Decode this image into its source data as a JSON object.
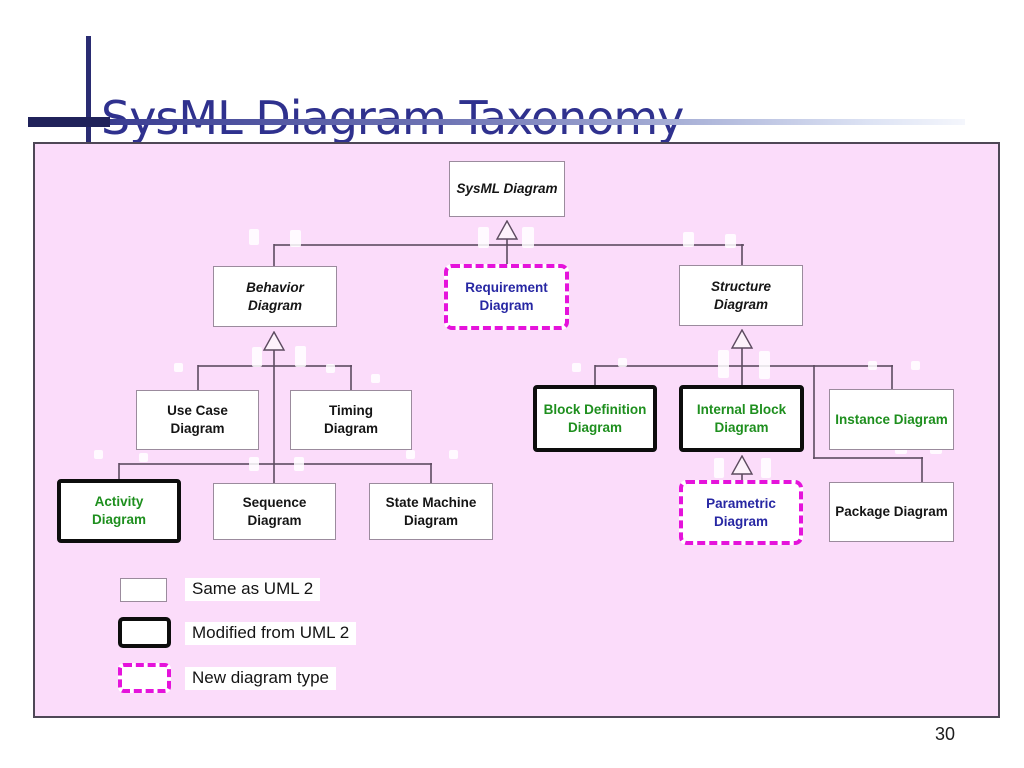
{
  "slide": {
    "title": "SysML Diagram Taxonomy",
    "page_number": "30"
  },
  "colors": {
    "title_text": "#2F318E",
    "panel_background": "#FBDCFA",
    "connector_line": "#5D4B60",
    "plain_border": "#9B8B9D",
    "thick_border": "#0D0D0D",
    "new_type_border": "#E513DB",
    "uml2_modified_text": "#1E8F1E",
    "new_type_text": "#2727A3",
    "black_text": "#151515"
  },
  "diagram": {
    "arrow_style": "hollow-triangle-generalization",
    "nodes": {
      "sysml": {
        "label": "SysML Diagram",
        "style": "same-as-uml2"
      },
      "behavior": {
        "label": "Behavior\nDiagram",
        "style": "same-as-uml2"
      },
      "requirement": {
        "label": "Requirement\nDiagram",
        "style": "new-diagram-type"
      },
      "structure": {
        "label": "Structure\nDiagram",
        "style": "same-as-uml2"
      },
      "use_case": {
        "label": "Use Case\nDiagram",
        "style": "same-as-uml2"
      },
      "timing": {
        "label": "Timing\nDiagram",
        "style": "same-as-uml2"
      },
      "block_definition": {
        "label": "Block Definition\nDiagram",
        "style": "modified-from-uml2"
      },
      "internal_block": {
        "label": "Internal Block\nDiagram",
        "style": "modified-from-uml2"
      },
      "instance": {
        "label": "Instance Diagram",
        "style": "modified-from-uml2"
      },
      "activity": {
        "label": "Activity\nDiagram",
        "style": "modified-from-uml2"
      },
      "sequence": {
        "label": "Sequence\nDiagram",
        "style": "same-as-uml2"
      },
      "state_machine": {
        "label": "State Machine\nDiagram",
        "style": "same-as-uml2"
      },
      "parametric": {
        "label": "Parametric\nDiagram",
        "style": "new-diagram-type"
      },
      "package": {
        "label": "Package Diagram",
        "style": "same-as-uml2"
      }
    },
    "edges": [
      {
        "parent": "sysml",
        "children": [
          "behavior",
          "requirement",
          "structure"
        ]
      },
      {
        "parent": "behavior",
        "children": [
          "use_case",
          "timing",
          "activity",
          "sequence",
          "state_machine"
        ]
      },
      {
        "parent": "structure",
        "children": [
          "block_definition",
          "internal_block",
          "instance",
          "package"
        ]
      },
      {
        "parent": "internal_block",
        "children": [
          "parametric"
        ]
      }
    ]
  },
  "legend": {
    "items": [
      {
        "label": "Same as UML 2",
        "swatch": "plain"
      },
      {
        "label": "Modified from UML 2",
        "swatch": "thick-black"
      },
      {
        "label": "New diagram type",
        "swatch": "magenta-dashed"
      }
    ]
  }
}
